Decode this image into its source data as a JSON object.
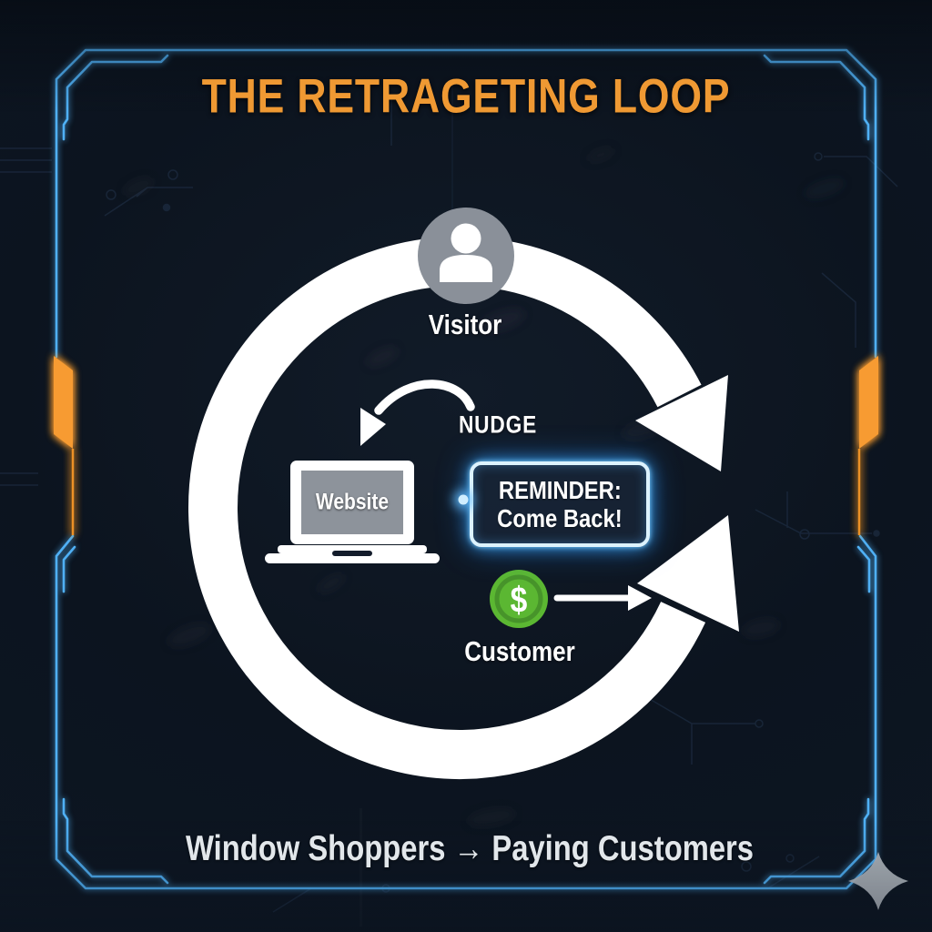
{
  "title": "THE RETRAGETING LOOP",
  "diagram": {
    "visitor_label": "Visitor",
    "nudge_label": "NUDGE",
    "website_label": "Website",
    "reminder_line1": "REMINDER:",
    "reminder_line2": "Come Back!",
    "dollar_symbol": "$",
    "customer_label": "Customer"
  },
  "footer": {
    "tagline": "Window Shoppers → Paying Customers"
  },
  "icons": {
    "visitor": "person-icon",
    "visitor_entry": "curved-arrow-icon",
    "nudge": "curved-arrow-icon",
    "website": "laptop-icon",
    "customer": "dollar-coin-icon",
    "customer_flow": "right-arrow-icon",
    "loop": "circular-loop-arrows",
    "corner_decoration": "sparkle-icon"
  },
  "colors": {
    "background": "#0c141f",
    "frame_blue": "#4fb0f5",
    "accent_orange": "#f79b30",
    "title_orange": "#ef9933",
    "loop_white": "#ffffff",
    "visitor_gray": "#8a9099",
    "customer_green": "#5bb732",
    "reminder_glow_blue": "#39a8ff"
  }
}
